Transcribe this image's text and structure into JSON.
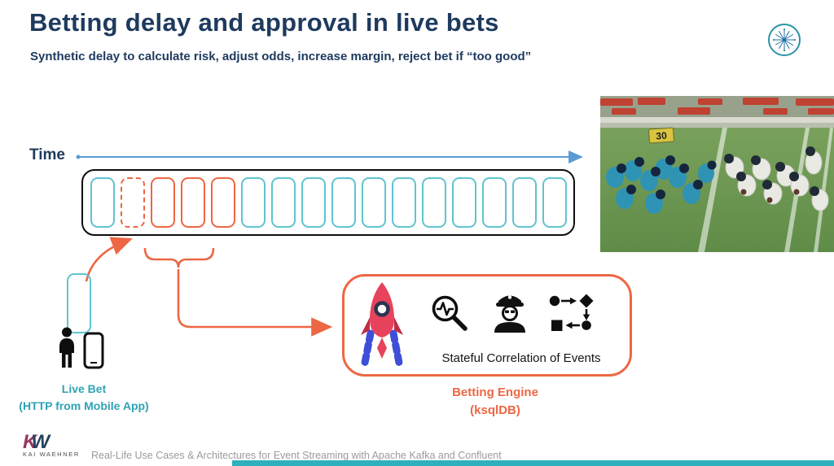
{
  "colors": {
    "navy": "#1e3a5e",
    "teal": "#2fa3b3",
    "teal-light": "#5fc4d0",
    "orange": "#ed6744",
    "arrow-blue": "#5b9bd5",
    "bar-teal": "#2fb0bd"
  },
  "header": {
    "title": "Betting delay and approval in live bets",
    "subtitle": "Synthetic delay to calculate risk, adjust odds, increase margin, reject bet if “too good”"
  },
  "timeline": {
    "time_label": "Time",
    "cells": [
      {
        "style": "teal"
      },
      {
        "style": "orange dashed"
      },
      {
        "style": "orange"
      },
      {
        "style": "orange"
      },
      {
        "style": "orange"
      },
      {
        "style": "teal"
      },
      {
        "style": "teal"
      },
      {
        "style": "teal"
      },
      {
        "style": "teal"
      },
      {
        "style": "teal"
      },
      {
        "style": "teal"
      },
      {
        "style": "teal"
      },
      {
        "style": "teal"
      },
      {
        "style": "teal"
      },
      {
        "style": "teal"
      },
      {
        "style": "teal"
      }
    ]
  },
  "live_bet": {
    "line1": "Live Bet",
    "line2": "(HTTP from Mobile App)"
  },
  "engine": {
    "caption": "Stateful Correlation of Events",
    "label_line1": "Betting Engine",
    "label_line2": "(ksqlDB)"
  },
  "photo": {
    "yard_marker": "30"
  },
  "footer": {
    "logo_k": "K",
    "logo_w": "W",
    "logo_name": "KAI WAEHNER",
    "text": "Real-Life Use Cases & Architectures for Event Streaming with Apache Kafka and Confluent"
  }
}
